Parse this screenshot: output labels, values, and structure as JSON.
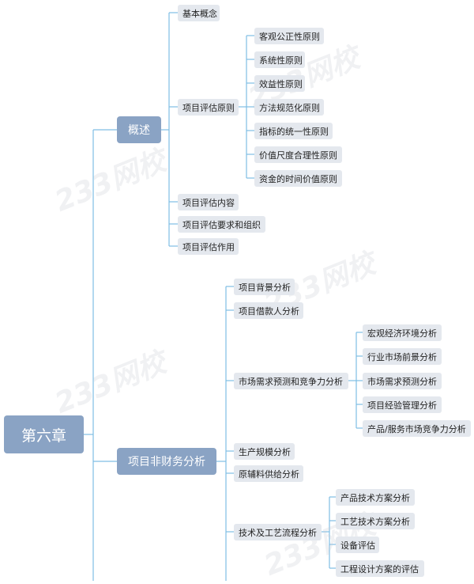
{
  "root": "第六章",
  "overview": {
    "label": "概述",
    "items": {
      "basic": "基本概念",
      "principles": "项目评估原则",
      "content": "项目评估内容",
      "requirements": "项目评估要求和组织",
      "role": "项目评估作用"
    },
    "principles": [
      "客观公正性原则",
      "系统性原则",
      "效益性原则",
      "方法规范化原则",
      "指标的统一性原则",
      "价值尺度合理性原则",
      "资金的时间价值原则"
    ]
  },
  "nonfinancial": {
    "label": "项目非财务分析",
    "items": {
      "background": "项目背景分析",
      "borrower": "项目借款人分析",
      "market": "市场需求预测和竞争力分析",
      "scale": "生产规模分析",
      "materials": "原辅料供给分析",
      "tech": "技术及工艺流程分析"
    },
    "market": [
      "宏观经济环境分析",
      "行业市场前景分析",
      "市场需求预测分析",
      "项目经验管理分析",
      "产品/服务市场竞争力分析"
    ],
    "tech": [
      "产品技术方案分析",
      "工艺技术方案分析",
      "设备评估",
      "工程设计方案的评估"
    ]
  },
  "watermark": "233网校",
  "colors": {
    "line": "#7fbde4",
    "node": "#8aa3c4",
    "leaf": "#e4e8ee"
  }
}
